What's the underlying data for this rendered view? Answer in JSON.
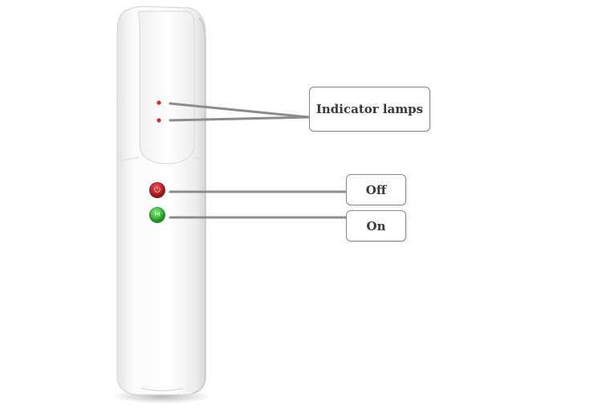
{
  "labels": {
    "indicator": "Indicator lamps",
    "off": "Off",
    "on": "On"
  },
  "colors": {
    "device_body": "#f7f7f7",
    "off_button": "#c0272d",
    "on_button": "#3fbf3f",
    "indicator_lamp": "#d9262b",
    "leader_line": "#8c8c8c",
    "label_border": "#8a8a8a"
  },
  "icons": {
    "off_button": "power-icon",
    "on_button": "m-icon"
  }
}
